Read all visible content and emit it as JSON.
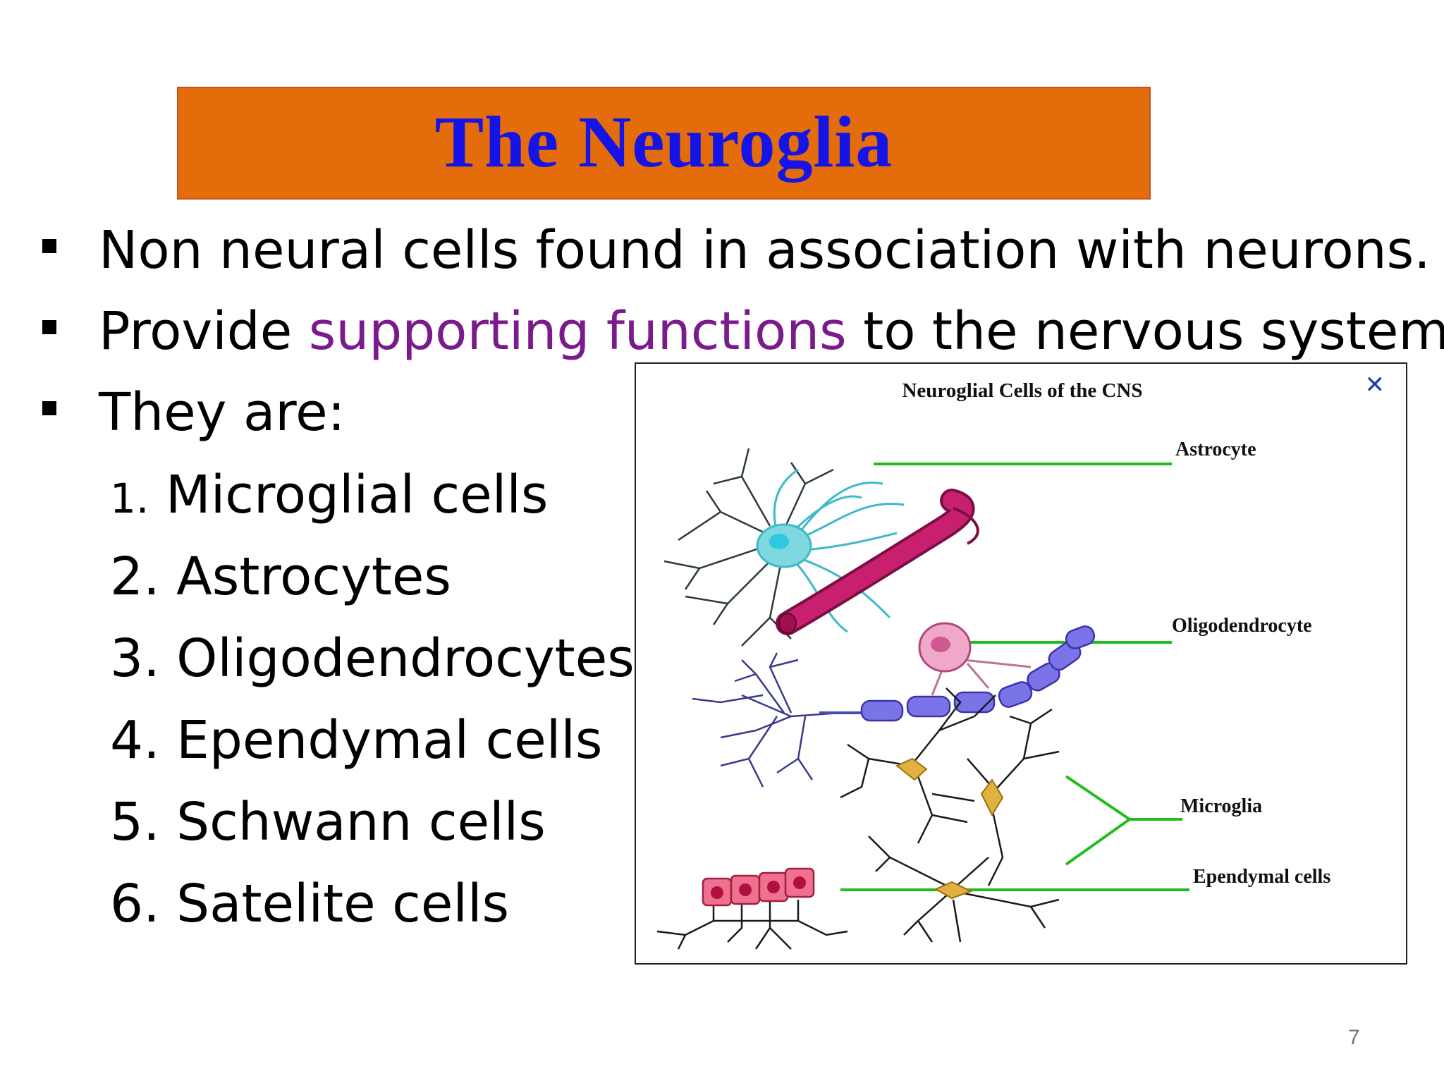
{
  "title": "The Neuroglia",
  "bullets": {
    "b1": "Non neural cells found in association with neurons.",
    "b2_pre": "Provide ",
    "b2_highlight": "supporting functions",
    "b2_post": " to the nervous system.",
    "b3": "They are:"
  },
  "list": [
    {
      "num": "1.",
      "text": "Microglial cells"
    },
    {
      "num": "2.",
      "text": "Astrocytes"
    },
    {
      "num": "3.",
      "text": "Oligodendrocytes"
    },
    {
      "num": "4.",
      "text": "Ependymal cells"
    },
    {
      "num": "5.",
      "text": "Schwann cells"
    },
    {
      "num": "6.",
      "text": "Satelite cells"
    }
  ],
  "figure": {
    "title": "Neuroglial Cells of the CNS",
    "close_symbol": "✕",
    "labels": {
      "astrocyte": "Astrocyte",
      "oligodendrocyte": "Oligodendrocyte",
      "microglia": "Microglia",
      "ependymal": "Ependymal cells"
    }
  },
  "colors": {
    "title_bg": "#e46c0a",
    "title_text": "#1414e6",
    "highlight": "#7a1a8c",
    "leader_line": "#22bb22"
  },
  "page_number": "7"
}
